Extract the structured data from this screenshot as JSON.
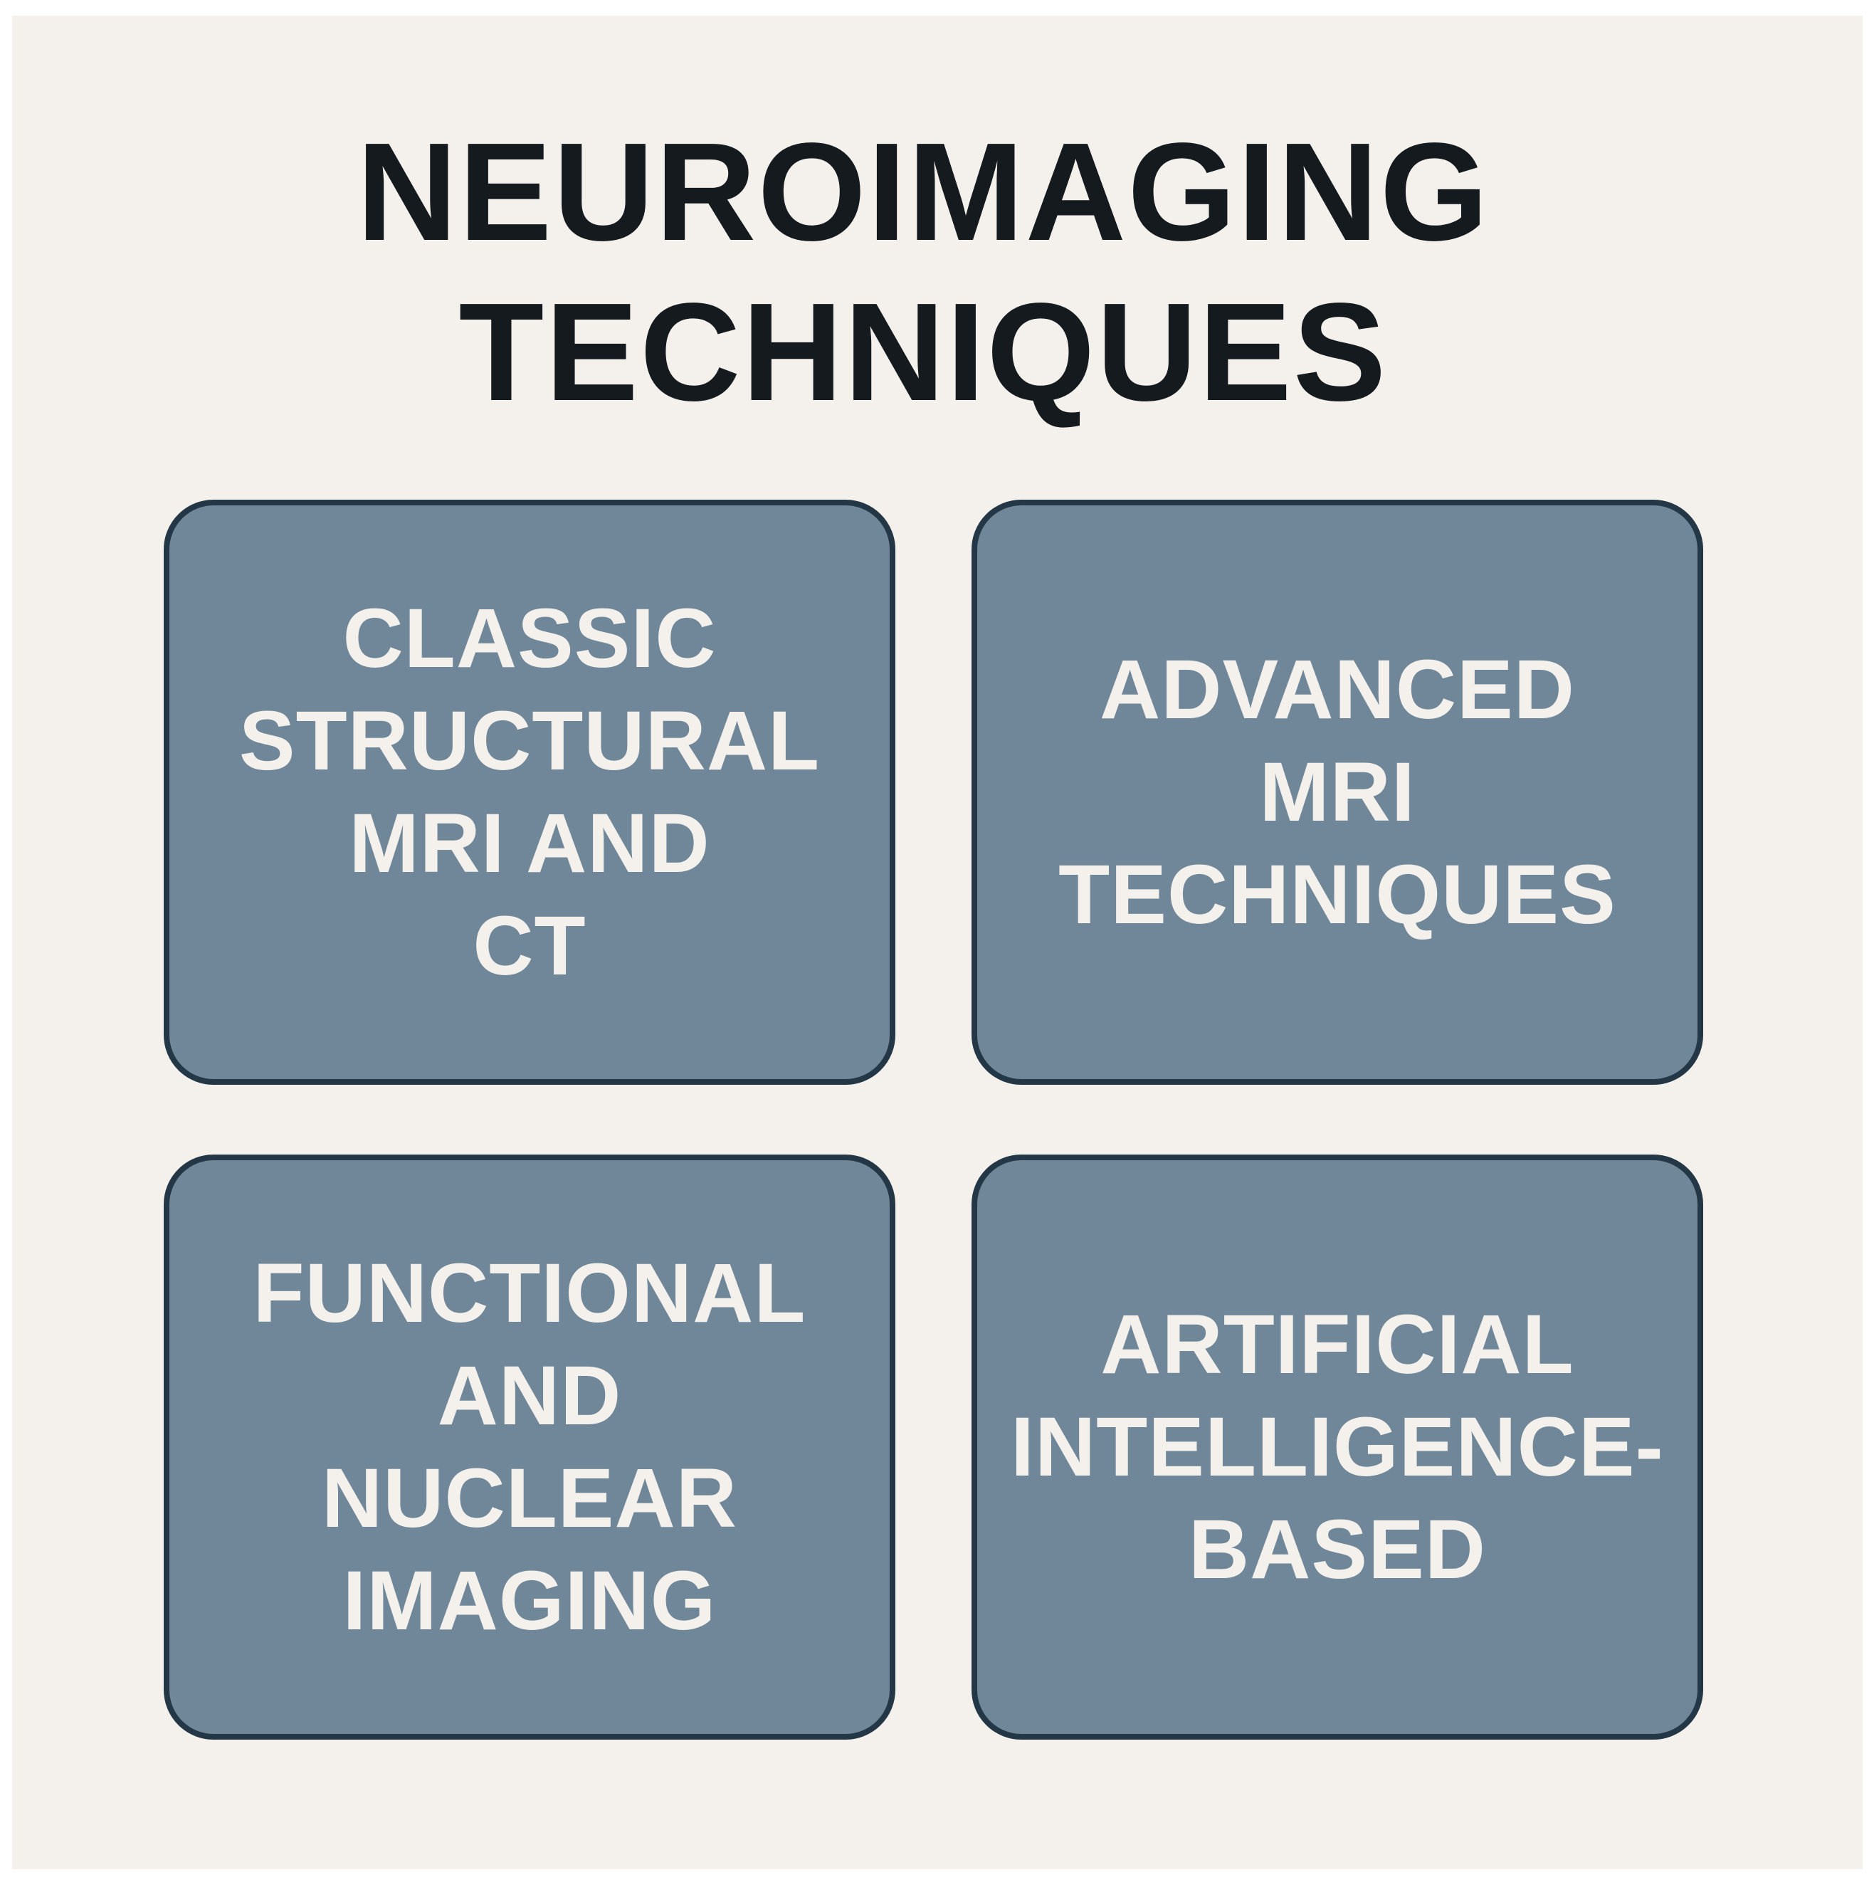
{
  "title": "NEUROIMAGING\nTECHNIQUES",
  "cards": [
    {
      "label": "CLASSIC\nSTRUCTURAL\nMRI AND\nCT"
    },
    {
      "label": "ADVANCED\nMRI\nTECHNIQUES"
    },
    {
      "label": "FUNCTIONAL\nAND\nNUCLEAR\nIMAGING"
    },
    {
      "label": "ARTIFICIAL\nINTELLIGENCE-\nBASED"
    }
  ],
  "colors": {
    "background": "#f4f1ec",
    "card_fill": "#6f8798",
    "card_border": "#243747",
    "title_text": "#151a1e",
    "card_text": "#f4f1ec"
  }
}
